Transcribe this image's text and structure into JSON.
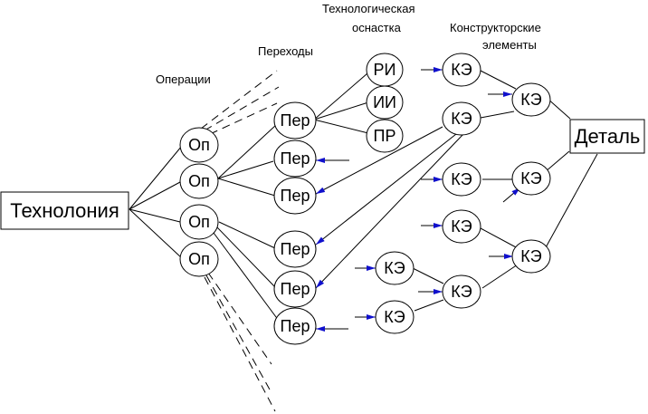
{
  "headers": {
    "operations": "Операции",
    "transitions": "Переходы",
    "tooling_line1": "Технологическая",
    "tooling_line2": "оснастка",
    "design_line1": "Конструкторские",
    "design_line2": "элементы"
  },
  "nodes": {
    "technology": "Технолония",
    "operation": "Оп",
    "transition": "Пер",
    "tool_ri": "РИ",
    "tool_ii": "ИИ",
    "tool_pr": "ПР",
    "element": "КЭ",
    "detail": "Деталь"
  },
  "colors": {
    "arrow": "#1010cc",
    "line": "#000000"
  }
}
